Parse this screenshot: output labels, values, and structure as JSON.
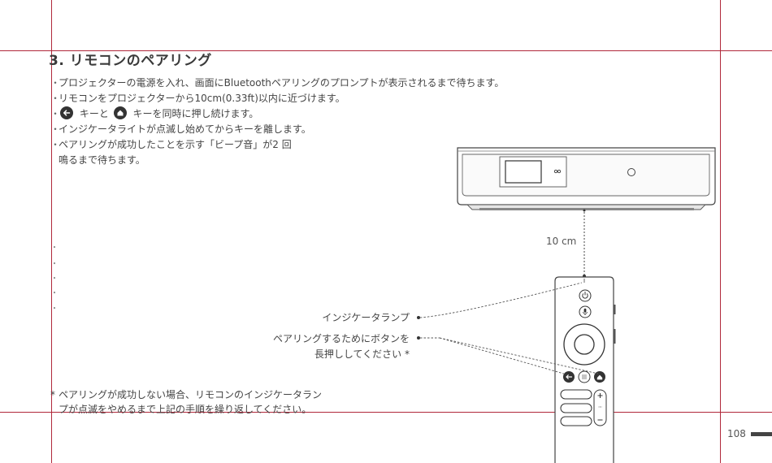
{
  "section": {
    "title": "3. リモコンのペアリング"
  },
  "bullets": [
    "プロジェクターの電源を入れ、画面にBluetoothペアリングのプロンプトが表示されるまで待ちます。",
    "リモコンをプロジェクターから10cm(0.33ft)以内に近づけます。",
    "キーを同時に押し続けます。",
    "インジケータライトが点滅し始めてからキーを離します。",
    "ペアリングが成功したことを示す「ビープ音」が2 回"
  ],
  "bullet3_prefix": "キーと",
  "bullet5_cont": "鳴るまで待ちます。",
  "bullet_marker": "・",
  "labels": {
    "indicator": "インジケータランプ",
    "press_line1": "ペアリングするためにボタンを",
    "press_line2": "長押ししてください *"
  },
  "distance": "10 cm",
  "footnote": {
    "marker": "*",
    "line1": "ペアリングが成功しない場合、リモコンのインジケータラン",
    "line2": "プが点滅をやめるまで上記の手順を繰り返してください。"
  },
  "page_number": "108",
  "icons": {
    "back_key": "back-arrow-icon",
    "home_key": "home-icon"
  },
  "colors": {
    "crop_marks": "#b0283a",
    "ink": "#333333"
  }
}
